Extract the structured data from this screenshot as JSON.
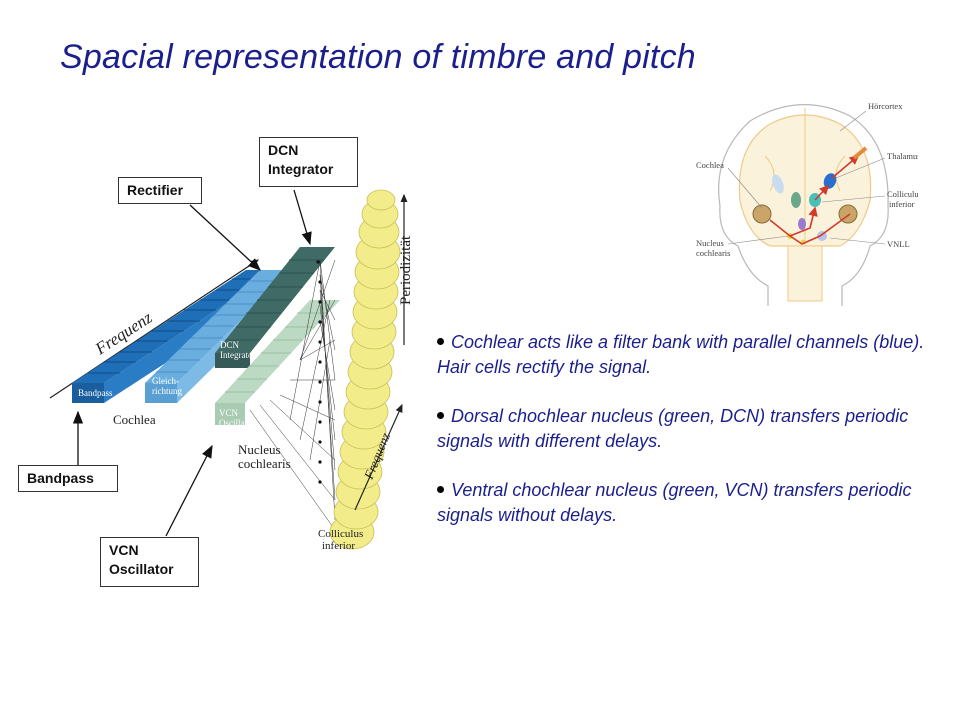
{
  "slide": {
    "title": "Spacial representation of timbre and pitch"
  },
  "callouts": {
    "dcn": [
      "DCN",
      "Integrator"
    ],
    "rectifier": "Rectifier",
    "bandpass": "Bandpass",
    "vcn": [
      "VCN",
      "Oscillator"
    ]
  },
  "diagram": {
    "frequenz_top": "Frequenz",
    "frequenz_bottom": "Frequenz",
    "periodizitaet": "Periodizität",
    "bandpass": "Bandpass",
    "gleich_1": "Gleich-",
    "gleich_2": "richtung",
    "dcn_1": "DCN",
    "dcn_2": "Integrator",
    "vcn_1": "VCN",
    "vcn_2": "Oscillator",
    "cochlea": "Cochlea",
    "nucleus_1": "Nucleus",
    "nucleus_2": "cochlearis",
    "colliculus_1": "Colliculus",
    "colliculus_2": "inferior"
  },
  "brain": {
    "hoercortex": "Hörcortex",
    "thalamus": "Thalamus",
    "colliculus_1": "Colliculus",
    "colliculus_2": "inferior",
    "cochlea": "Cochlea",
    "nucleus_1": "Nucleus",
    "nucleus_2": "cochlearis",
    "vnll": "VNLL"
  },
  "bullets": [
    "Cochlear acts like a filter bank with parallel channels (blue). Hair cells rectify the signal.",
    "Dorsal chochlear nucleus (green, DCN) transfers periodic signals with different delays.",
    "Ventral chochlear nucleus (green, VCN) transfers periodic signals without delays."
  ],
  "colors": {
    "title": "#1b1f8c",
    "bandpass_blue": "#1f6fb8",
    "rectifier_blue": "#6aaee0",
    "dcn_teal": "#3f6a66",
    "vcn_green": "#bcd9c3",
    "colliculus_yellow": "#f2ec8a"
  }
}
